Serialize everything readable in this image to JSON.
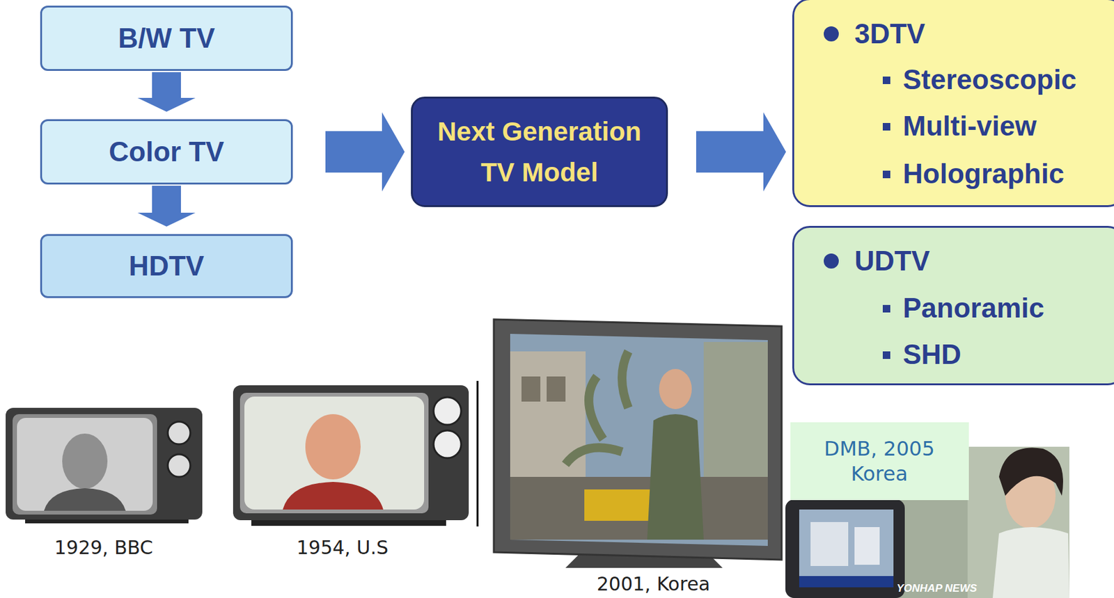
{
  "diagram": {
    "nodes": [
      {
        "text": [
          "B/W TV"
        ]
      },
      {
        "text": [
          "Color TV"
        ]
      },
      {
        "text": [
          "HDTV"
        ]
      },
      {
        "text": [
          "Next Generation TV Model"
        ]
      },
      {
        "text": [
          "3DTV",
          "Stereoscopic",
          "Multi-view",
          "Holographic"
        ]
      },
      {
        "text": [
          "UDTV",
          "Panoramic",
          "SHD"
        ]
      },
      {
        "text": [
          "DMB, 2005 Korea"
        ]
      }
    ],
    "edges": [
      {
        "from": 0,
        "to": 1,
        "arrow": "to"
      },
      {
        "from": 1,
        "to": 2,
        "arrow": "to"
      },
      {
        "from": 1,
        "to": 3,
        "arrow": "to"
      },
      {
        "from": 3,
        "to": 4,
        "arrow": "to"
      }
    ],
    "labels": [
      "1929, BBC",
      "1954, U.S",
      "2001, Korea",
      "YONHAP NEWS"
    ]
  }
}
